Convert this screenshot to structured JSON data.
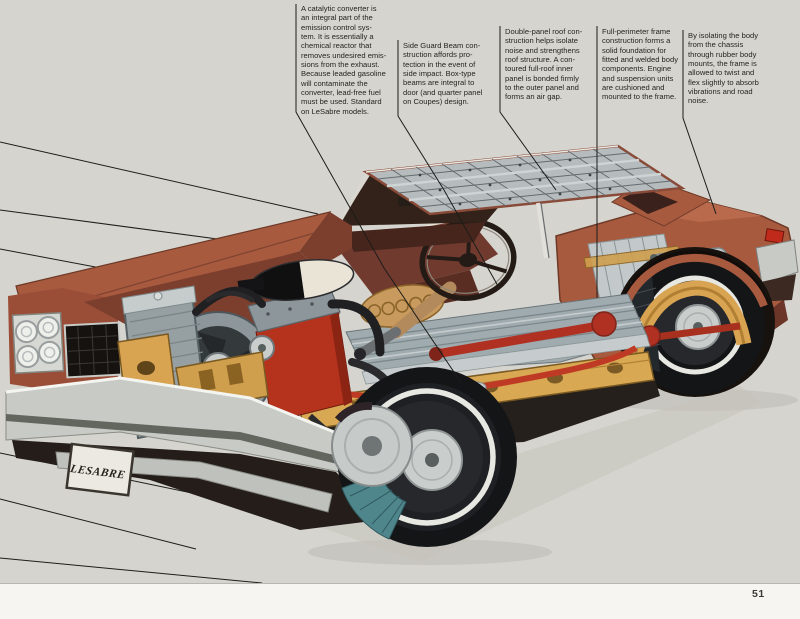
{
  "page": {
    "number": "51",
    "paper_color": "#d6d4cf",
    "margin_color": "#f6f5f1"
  },
  "annotations": [
    {
      "id": "catalytic-converter",
      "text": "A catalytic converter is\nan integral part of the\nemission control sys-\ntem. It is essentially a\nchemical reactor that\nremoves undesired emis-\nsions from the exhaust.\nBecause leaded gasoline\nwill contaminate the\nconverter, lead-free fuel\nmust be used. Standard\non LeSabre models."
    },
    {
      "id": "side-guard-beam",
      "text": "Side Guard Beam con-\nstruction affords pro-\ntection in the event of\nside impact. Box-type\nbeams are integral to\ndoor (and quarter panel\non Coupes) design."
    },
    {
      "id": "double-panel-roof",
      "text": "Double-panel roof con-\nstruction helps isolate\nnoise and strengthens\nroof structure. A con-\ntoured full-roof inner\npanel is bonded firmly\nto the outer panel and\nforms an air gap."
    },
    {
      "id": "full-perimeter-frame",
      "text": "Full-perimeter frame\nconstruction forms a\nsolid foundation for\nfitted and welded body\ncomponents. Engine\nand suspension units\nare cushioned and\nmounted to the frame."
    },
    {
      "id": "body-mounts",
      "text": "By isolating the body\nfrom the chassis\nthrough rubber body\nmounts, the frame is\nallowed to twist and\nflex slightly to absorb\nvibrations and road\nnoise."
    }
  ],
  "illustration": {
    "subject": "Cutaway illustration of a LeSabre coupe showing engine, perimeter frame, double-panel roof and body construction",
    "license_plate": "LESABRE",
    "colors": {
      "body_rust": "#a85a3f",
      "body_maroon": "#6b3527",
      "frame_gold": "#d8a452",
      "engine_red": "#b5331d",
      "floor_gray": "#9fabae",
      "chrome": "#c8cac5",
      "tire_black": "#141517",
      "tire_section_teal": "#4f868c"
    }
  }
}
